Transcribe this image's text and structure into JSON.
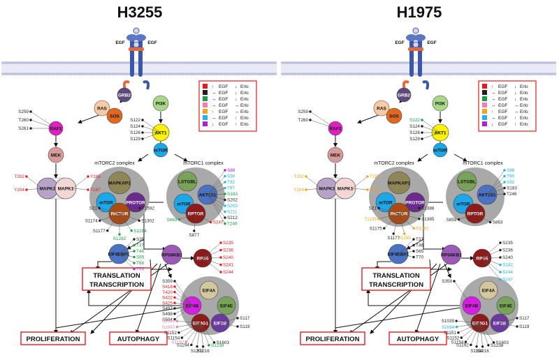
{
  "colors": {
    "red": "#e8191c",
    "black": "#231f20",
    "green": "#1e9c48",
    "pink": "#ee7fb4",
    "gold": "#f3a41d",
    "cyan": "#23b5e8",
    "purple": "#b41fd0",
    "membrane": "#c7cbe6",
    "complex": "#a9a9a9"
  },
  "legend": [
    {
      "color": "red",
      "egf": "↑",
      "egf_text": "EGF",
      "erlo": "↓",
      "erlo_text": "Erlo"
    },
    {
      "color": "black",
      "egf": "↔",
      "egf_text": "EGF",
      "erlo": "↓",
      "erlo_text": "Erlo"
    },
    {
      "color": "green",
      "egf": "↔",
      "egf_text": "EGF",
      "erlo": "↓",
      "erlo_text": "Erlo"
    },
    {
      "color": "pink",
      "egf": "↔",
      "egf_text": "EGF",
      "erlo": "↔",
      "erlo_text": "Erlo"
    },
    {
      "color": "gold",
      "egf": "↑",
      "egf_text": "EGF",
      "erlo": "↔",
      "erlo_text": "Erlo"
    },
    {
      "color": "cyan",
      "egf": "↔",
      "egf_text": "EGF",
      "erlo": "↑",
      "erlo_text": "Erlo"
    },
    {
      "color": "purple",
      "egf": "↓",
      "egf_text": "EGF",
      "erlo": "↑",
      "erlo_text": "Erlo"
    }
  ],
  "labels": {
    "egf": "EGF",
    "mtorc2": "mTORC2 complex",
    "mtorc1": "mTORC1 complex",
    "translation": "TRANSLATION",
    "transcription": "TRANSCRIPTION",
    "proliferation": "PROLIFERATION",
    "autophagy": "AUTOPHAGY"
  },
  "nodes": {
    "grb2": "GRB2",
    "ras": "RAS",
    "sos": "SOS",
    "pi3k": "PI3K",
    "raf1": "RAF1",
    "akt1": "AKT1",
    "mek": "MEK",
    "mtor": "mTOR",
    "mapk3": "MAPK3",
    "mapk1": "MAPK1",
    "mapkap1": "MAPKAP1",
    "protor": "PROTOR",
    "rictor": "RICTOR",
    "lstgbl": "LSTGBL",
    "akt1s1": "AKT1S1",
    "rptor": "RPTOR",
    "eif4ebp1": "EIF4EBP1",
    "rps6kb1": "RPS6KB1",
    "rps6": "RPS6",
    "eif4a": "EIF4A",
    "eif4b": "EIF4B",
    "eif4e": "EIF4E",
    "eif4g1": "EIF4G1",
    "eif3b": "EIF3B"
  },
  "panels": [
    {
      "title": "H3255",
      "raf1": [
        [
          "S259",
          "black"
        ],
        [
          "T260",
          "black"
        ],
        [
          "S261",
          "black"
        ]
      ],
      "akt1": [
        [
          "S122",
          "black"
        ],
        [
          "S124",
          "black"
        ],
        [
          "S126",
          "black"
        ],
        [
          "S129",
          "black"
        ]
      ],
      "mapk3": [
        [
          "T202",
          "red"
        ],
        [
          "Y204",
          "red"
        ]
      ],
      "mapk1": [
        [
          "Y185",
          "red"
        ],
        [
          "T187",
          "red"
        ]
      ],
      "rictor": [
        [
          "S21",
          "black"
        ],
        [
          "S1174",
          "black"
        ],
        [
          "S1177",
          "black"
        ],
        [
          "S1282",
          "green"
        ],
        [
          "S1284",
          "green"
        ],
        [
          "S1302",
          "black"
        ],
        [
          "T1592",
          "black"
        ]
      ],
      "akt1s1": [
        [
          "S88",
          "purple"
        ],
        [
          "S90",
          "cyan"
        ],
        [
          "T92",
          "cyan"
        ],
        [
          "T97",
          "cyan"
        ],
        [
          "S183",
          "green"
        ],
        [
          "S202",
          "black"
        ],
        [
          "S203",
          "cyan"
        ],
        [
          "S211",
          "cyan"
        ],
        [
          "S212",
          "black"
        ],
        [
          "T246",
          "green"
        ]
      ],
      "rptor": [
        [
          "S863",
          "green"
        ],
        [
          "S877",
          "black"
        ],
        [
          "S247",
          "red"
        ]
      ],
      "eif4ebp1": [
        [
          "S35",
          "black"
        ],
        [
          "T37",
          "green"
        ],
        [
          "T46",
          "green"
        ],
        [
          "S65",
          "green"
        ],
        [
          "T68",
          "green"
        ],
        [
          "T70",
          "purple"
        ]
      ],
      "rps6": [
        [
          "S235",
          "red"
        ],
        [
          "S236",
          "red"
        ],
        [
          "S240",
          "red"
        ],
        [
          "S241",
          "red"
        ],
        [
          "S244",
          "red"
        ]
      ],
      "eif4b": [
        [
          "S359",
          "black"
        ],
        [
          "S418",
          "red"
        ],
        [
          "T420",
          "red"
        ],
        [
          "S422",
          "red"
        ],
        [
          "S425",
          "red"
        ],
        [
          "S497",
          "black"
        ],
        [
          "S498",
          "black"
        ],
        [
          "S504",
          "black"
        ]
      ],
      "eif4g1": [
        [
          "S1084",
          "pink"
        ],
        [
          "S1087",
          "pink"
        ],
        [
          "S1152",
          "black"
        ],
        [
          "S1154",
          "black"
        ],
        [
          "S1192",
          "pink"
        ],
        [
          "S1194",
          "black"
        ],
        [
          "S1201",
          "black"
        ],
        [
          "S1216",
          "black"
        ],
        [
          "S1238",
          "green"
        ],
        [
          "S1603",
          "black"
        ]
      ],
      "eif3b": [
        [
          "S117",
          "black"
        ],
        [
          "S119",
          "black"
        ]
      ]
    },
    {
      "title": "H1975",
      "raf1": [
        [
          "S259",
          "black"
        ],
        [
          "T260",
          "black"
        ]
      ],
      "akt1": [
        [
          "S122",
          "green"
        ],
        [
          "S124",
          "black"
        ],
        [
          "S126",
          "black"
        ],
        [
          "S129",
          "black"
        ]
      ],
      "mapk3": [
        [
          "T202",
          "gold"
        ],
        [
          "Y204",
          "gold"
        ]
      ],
      "mapk1": [
        [
          "T185",
          "gold"
        ],
        [
          "Y187",
          "gold"
        ]
      ],
      "rictor": [
        [
          "S21",
          "black"
        ],
        [
          "T1135",
          "gold"
        ],
        [
          "S1175",
          "black"
        ],
        [
          "S1177",
          "black"
        ],
        [
          "S1199",
          "gold"
        ],
        [
          "S1302",
          "gold"
        ],
        [
          "S1385",
          "black"
        ],
        [
          "S1388",
          "black"
        ]
      ],
      "akt1s1": [
        [
          "S88",
          "cyan"
        ],
        [
          "T90",
          "cyan"
        ],
        [
          "S92",
          "cyan"
        ],
        [
          "S183",
          "black"
        ],
        [
          "T246",
          "black"
        ]
      ],
      "rptor": [
        [
          "S859",
          "black"
        ],
        [
          "S863",
          "black"
        ]
      ],
      "eif4ebp1": [
        [
          "T37",
          "black"
        ],
        [
          "T46",
          "black"
        ],
        [
          "S65",
          "black"
        ],
        [
          "T70",
          "black"
        ]
      ],
      "rps6": [
        [
          "S235",
          "black"
        ],
        [
          "S236",
          "black"
        ],
        [
          "S240",
          "black"
        ],
        [
          "S242",
          "cyan"
        ],
        [
          "S244",
          "cyan"
        ],
        [
          "S247",
          "cyan"
        ]
      ],
      "eif4b": [
        [
          "S359",
          "black"
        ]
      ],
      "eif4g1": [
        [
          "S1035",
          "black"
        ],
        [
          "S1084",
          "cyan"
        ],
        [
          "S1151",
          "black"
        ],
        [
          "S1152",
          "black"
        ],
        [
          "S1154",
          "black"
        ],
        [
          "S1192",
          "black"
        ],
        [
          "S1194",
          "black"
        ],
        [
          "S1216",
          "black"
        ],
        [
          "S1238",
          "black"
        ],
        [
          "S1603",
          "black"
        ]
      ],
      "eif3b": [
        [
          "S117",
          "black"
        ],
        [
          "S119",
          "black"
        ]
      ]
    }
  ]
}
